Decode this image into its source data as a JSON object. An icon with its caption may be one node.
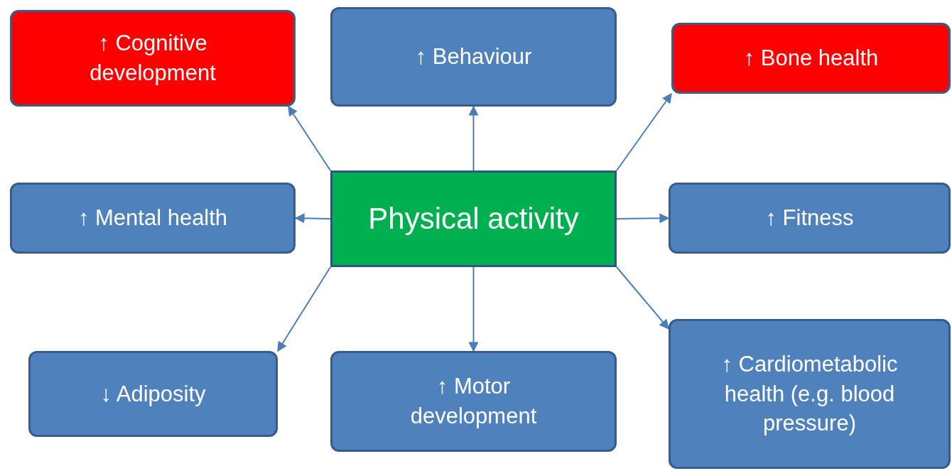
{
  "diagram": {
    "nodes": [
      {
        "text": [
          "Physical activity"
        ]
      },
      {
        "text": [
          "↑ Cognitive development"
        ]
      },
      {
        "text": [
          "↑ Behaviour"
        ]
      },
      {
        "text": [
          "↑ Bone health"
        ]
      },
      {
        "text": [
          "↑ Mental health"
        ]
      },
      {
        "text": [
          "↑ Fitness"
        ]
      },
      {
        "text": [
          "↓ Adiposity"
        ]
      },
      {
        "text": [
          "↑ Motor development"
        ]
      },
      {
        "text": [
          "↑ Cardiometabolic health (e.g. blood pressure)"
        ]
      }
    ],
    "edges": [
      {
        "from": 0,
        "to": 1,
        "arrow": "to"
      },
      {
        "from": 0,
        "to": 2,
        "arrow": "to"
      },
      {
        "from": 0,
        "to": 3,
        "arrow": "to"
      },
      {
        "from": 0,
        "to": 4,
        "arrow": "to"
      },
      {
        "from": 0,
        "to": 5,
        "arrow": "to"
      },
      {
        "from": 0,
        "to": 6,
        "arrow": "to"
      },
      {
        "from": 0,
        "to": 7,
        "arrow": "to"
      },
      {
        "from": 0,
        "to": 8,
        "arrow": "to"
      }
    ]
  }
}
